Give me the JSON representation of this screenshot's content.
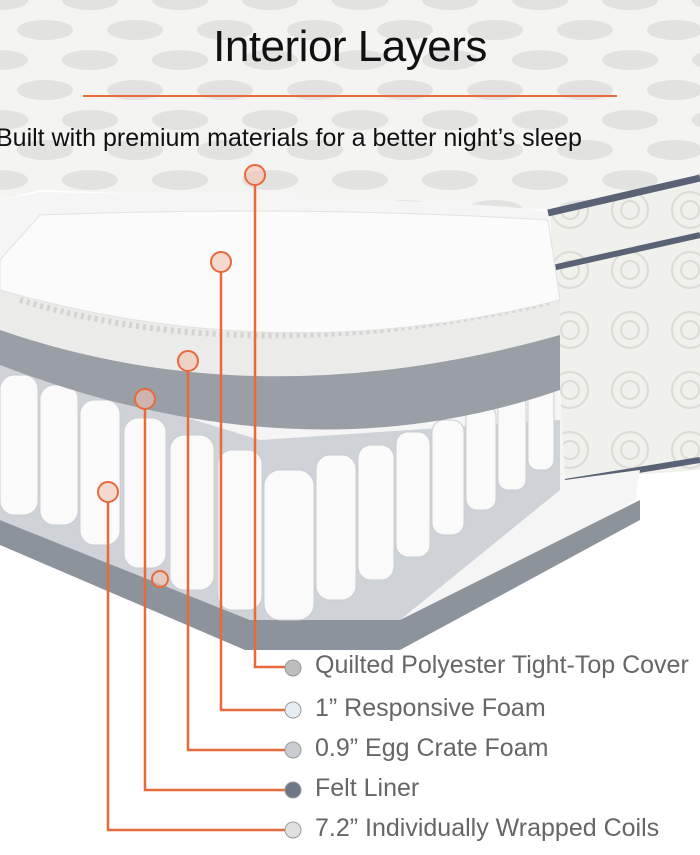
{
  "header": {
    "title": "Interior Layers",
    "subtitle": "Built with premium materials for a better night’s sleep"
  },
  "accent_color": "#e8693a",
  "layers": [
    {
      "label": "Quilted Polyester Tight-Top Cover",
      "swatch": "#bdbdbd"
    },
    {
      "label": "1” Responsive Foam",
      "swatch": "#e6ecf4"
    },
    {
      "label": "0.9” Egg Crate Foam",
      "swatch": "#c9ccd0"
    },
    {
      "label": "Felt Liner",
      "swatch": "#6e7788"
    },
    {
      "label": "7.2” Individually Wrapped Coils",
      "swatch": "#e0e0e0"
    }
  ]
}
